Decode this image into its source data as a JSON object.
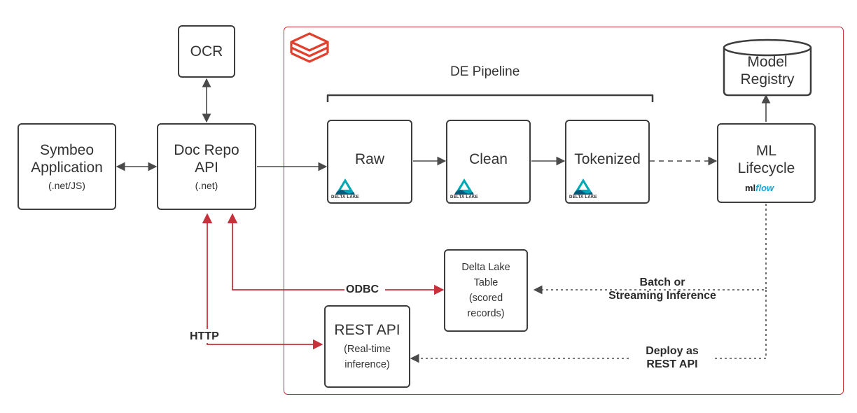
{
  "nodes": {
    "ocr": {
      "label": "OCR"
    },
    "symbeo": {
      "title_line1": "Symbeo",
      "title_line2": "Application",
      "subtitle": "(.net/JS)"
    },
    "docrepo": {
      "title_line1": "Doc Repo",
      "title_line2": "API",
      "subtitle": "(.net)"
    },
    "raw": {
      "label": "Raw"
    },
    "clean": {
      "label": "Clean"
    },
    "tokenized": {
      "label": "Tokenized"
    },
    "ml": {
      "title_line1": "ML",
      "title_line2": "Lifecycle",
      "logo_ml": "ml",
      "logo_flow": "flow"
    },
    "registry": {
      "title_line1": "Model",
      "title_line2": "Registry"
    },
    "delta_table": {
      "line1": "Delta Lake",
      "line2": "Table",
      "line3": "(scored",
      "line4": "records)"
    },
    "rest": {
      "title": "REST API",
      "line1": "(Real-time",
      "line2": "inference)"
    }
  },
  "pipeline": {
    "label": "DE Pipeline"
  },
  "delta_logo_text": "DELTA LAKE",
  "edges": {
    "odbc": "ODBC",
    "http": "HTTP",
    "batch_line1": "Batch or",
    "batch_line2": "Streaming Inference",
    "deploy_line1": "Deploy as",
    "deploy_line2": "REST API"
  },
  "colors": {
    "accent_red": "#c8313b",
    "line_gray": "#4a4a4a",
    "mlflow_blue": "#1ba2d6"
  },
  "icons": [
    "databricks-logo-icon",
    "delta-lake-logo-icon",
    "mlflow-logo-icon"
  ]
}
